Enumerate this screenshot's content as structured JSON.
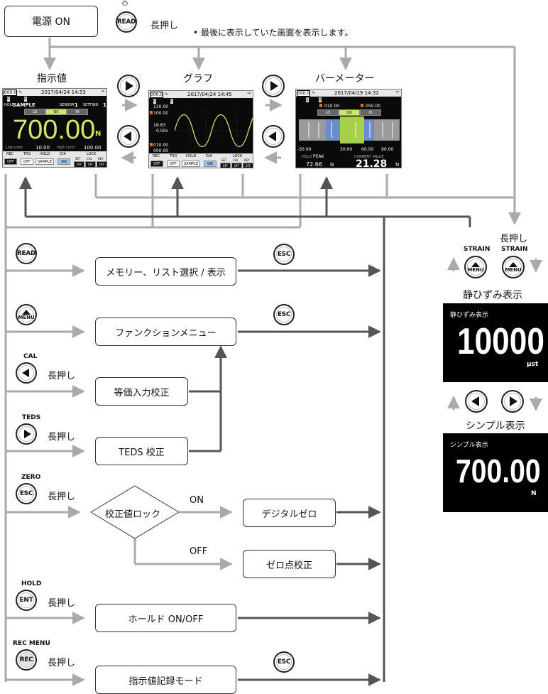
{
  "power": {
    "label": "電源 ON",
    "read_key": "READ",
    "long_press": "長押し",
    "note": "• 最後に表示していた画面を表示します。"
  },
  "screens": {
    "indicator": {
      "title": "指示値",
      "date": "2017/04/24 14:53",
      "hold": "HOLD",
      "sample": "SAMPLE",
      "sensor": "SENSOR",
      "sensor_no": "1",
      "setting": "SETTING",
      "setting_no": "1",
      "lo": "LO",
      "ok": "OK",
      "hi": "HI",
      "value": "700.00",
      "unit": "N",
      "low_limit": "Low Limit",
      "low_val": "10.00",
      "high_limit": "High Limit",
      "high_val": "100.00",
      "rec": "REC",
      "trg": "TRG",
      "hold2": "HOLD",
      "da": "D/A",
      "lock": "LOCK",
      "set": "SET",
      "cal": "CAL",
      "key": "KEY",
      "off": "OFF",
      "on": "ON",
      "sample_btn": "SAMPLE",
      "top_num": "000.0",
      "zero": "0"
    },
    "graph": {
      "title": "グラフ",
      "date": "2017/04/24 14:45",
      "y1": "110.00",
      "y2": "100.00",
      "y3": "16.83",
      "y4": "0.50s",
      "y5": "010.00",
      "y6": "000.00",
      "top_num": "000.0",
      "zero": "0",
      "rec": "REC",
      "trg": "TRG",
      "hold": "HOLD",
      "da": "D/A",
      "lock": "LOCK",
      "set": "SET",
      "cal": "CAL",
      "key": "KEY",
      "off": "OFF",
      "on": "ON",
      "sample_btn": "SAMPLE"
    },
    "bar": {
      "title": "バーメーター",
      "date": "2017/04/19 14:32",
      "top_num": "000.0",
      "five": "5",
      "zero": "0",
      "lo": "LO",
      "ok": "OK",
      "hi": "HI",
      "lo_val": "010.00",
      "hi_val": "050.00",
      "t1": "-30.00",
      "t2": "30.00",
      "t3": "60.00",
      "t4": "90.00",
      "hold": "HOLD",
      "peak": "PEAK",
      "peak_val": "72.66",
      "unit": "N",
      "current": "CURRENT VALUE",
      "cur_val": "21.28"
    }
  },
  "menu": {
    "read_key": "READ",
    "esc_key": "ESC",
    "memory": "メモリー、リスト選択 / 表示",
    "menu_key": "MENU",
    "function": "ファンクションメニュー",
    "cal_cap": "CAL",
    "cal_long": "長押し",
    "equiv": "等価入力校正",
    "teds_cap": "TEDS",
    "teds_long": "長押し",
    "teds": "TEDS 校正",
    "zero_cap": "ZERO",
    "zero_long": "長押し",
    "lock": "校正値ロック",
    "on": "ON",
    "off": "OFF",
    "digital_zero": "デジタルゼロ",
    "zero_cal": "ゼロ点校正",
    "hold_cap": "HOLD",
    "ent_key": "ENT",
    "hold_long": "長押し",
    "hold": "ホールド ON/OFF",
    "rec_cap": "REC MENU",
    "rec_key": "REC",
    "rec_long": "長押し",
    "rec": "指示値記録モード"
  },
  "right": {
    "long_press": "長押し",
    "strain1": "STRAIN",
    "strain2": "STRAIN",
    "menu1": "MENU",
    "menu2": "MENU",
    "strain_title": "静ひずみ表示",
    "strain_panel_label": "静ひずみ表示",
    "strain_value": "10000",
    "strain_unit": "μst",
    "simple_title": "シンプル表示",
    "simple_panel_label": "シンプル表示",
    "simple_value": "700.00",
    "simple_unit": "N"
  }
}
